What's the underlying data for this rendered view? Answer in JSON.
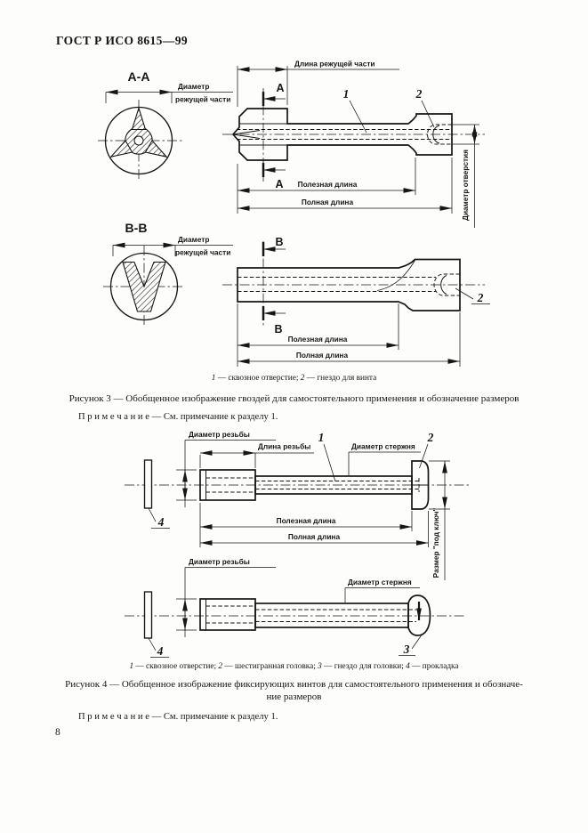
{
  "page": {
    "header": "ГОСТ Р ИСО 8615—99",
    "page_number": "8"
  },
  "figure3": {
    "section_a": {
      "title": "А-А",
      "dim_line1": "Диаметр",
      "dim_line2": "режущей части"
    },
    "section_b": {
      "title": "В-В",
      "dim_line1": "Диаметр",
      "dim_line2": "режущей части"
    },
    "top_view": {
      "cutting_length": "Длина режущей части",
      "useful_length": "Полезная длина",
      "full_length": "Полная длина",
      "hole_diameter": "Диаметр отверстия",
      "mark": "А",
      "ref1": "1",
      "ref2": "2"
    },
    "bottom_view": {
      "useful_length": "Полезная длина",
      "full_length": "Полная длина",
      "mark": "В",
      "ref2": "2"
    },
    "legend": {
      "n1": "1",
      "t1": " — сквозное отверстие; ",
      "n2": "2",
      "t2": " — гнездо для винта"
    },
    "caption": "Рисунок 3 — Обобщенное изображение гвоздей для самостоятельного применения и обозначение размеров",
    "note": "П р и м е ч а н и е  — См. примечание к разделу 1."
  },
  "figure4": {
    "top_view": {
      "thread_diameter": "Диаметр резьбы",
      "thread_length": "Длина резьбы",
      "rod_diameter": "Диаметр стержня",
      "useful_length": "Полезная длина",
      "full_length": "Полная длина",
      "wrench_size": "Размер \"под ключ\"",
      "ref1": "1",
      "ref2": "2",
      "ref4": "4"
    },
    "bottom_view": {
      "thread_diameter": "Диаметр резьбы",
      "rod_diameter": "Диаметр стержня",
      "ref3": "3",
      "ref4": "4"
    },
    "legend": {
      "n1": "1",
      "t1": " — сквозное отверстие; ",
      "n2": "2",
      "t2": " — шестигранная головка; ",
      "n3": "3",
      "t3": " — гнездо для головки; ",
      "n4": "4",
      "t4": " — прокладка"
    },
    "caption_line1": "Рисунок 4 — Обобщенное изображение фиксирующих винтов для самостоятельного применения и обозначе-",
    "caption_line2": "ние размеров",
    "note": "П р и м е ч а н и е  — См. примечание к разделу 1."
  }
}
